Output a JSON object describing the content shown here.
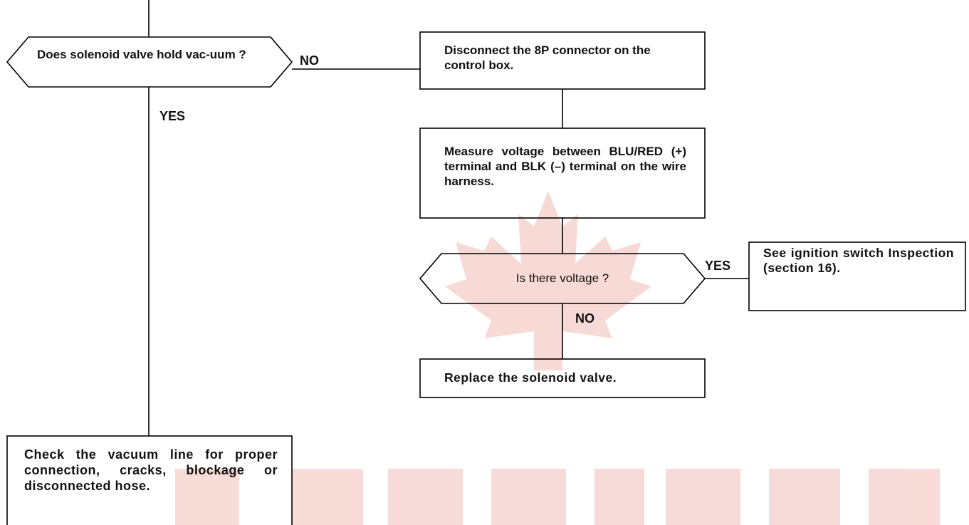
{
  "colors": {
    "line": "#000000",
    "watermark": "#f4c9c4",
    "text": "#111111"
  },
  "flowchart": {
    "decision_vacuum": {
      "text": "Does solenoid valve hold vac-uum ?"
    },
    "decision_voltage": {
      "text": "Is there voltage ?"
    },
    "step_disconnect": {
      "text": "Disconnect the 8P connector on the control box."
    },
    "step_measure": {
      "text": "Measure voltage between BLU/RED (+) terminal and BLK (–) terminal on the wire harness."
    },
    "step_ignition": {
      "text": "See ignition switch Inspection (section 16)."
    },
    "step_replace": {
      "text": "Replace the solenoid valve."
    },
    "step_check_line": {
      "text": "Check the vacuum line for proper connection, cracks, blockage or disconnected hose."
    },
    "labels": {
      "vacuum_no": "NO",
      "vacuum_yes": "YES",
      "voltage_yes": "YES",
      "voltage_no": "NO"
    }
  },
  "watermark": {
    "icon": "maple-leaf-icon"
  }
}
